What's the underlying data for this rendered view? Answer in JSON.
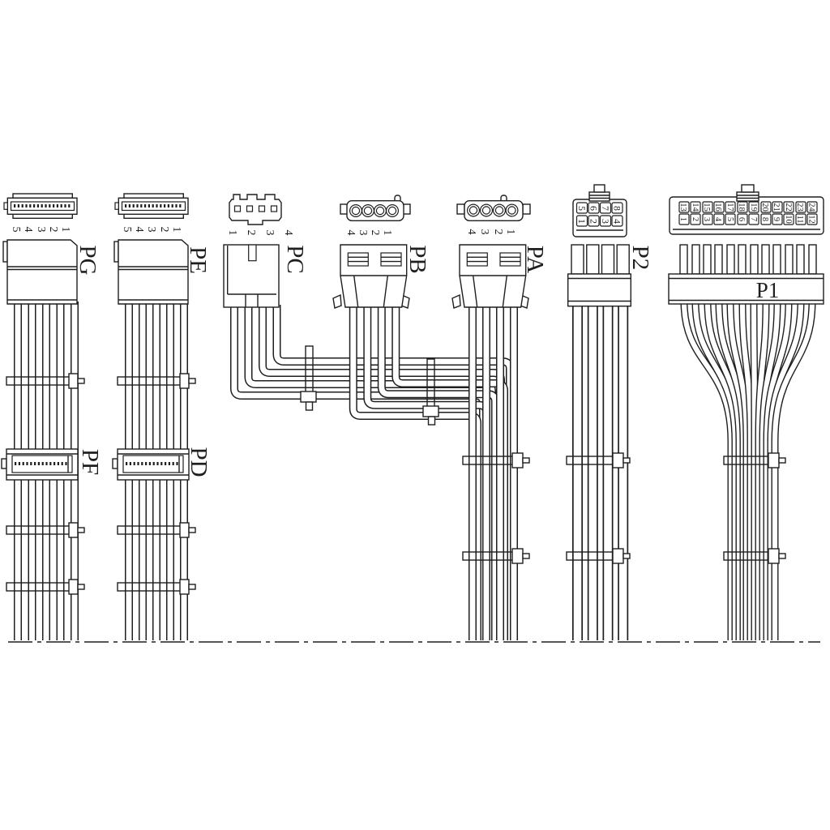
{
  "background": "#ffffff",
  "line_color": "#1f1f1f",
  "diagram_type": "psu-cable-harness-drawing",
  "connectors": {
    "pg": {
      "label": "PG",
      "type": "sata-power-5pin",
      "pins": [
        "5",
        "4",
        "3",
        "2",
        "1"
      ]
    },
    "pe": {
      "label": "PE",
      "type": "sata-power-5pin",
      "pins": [
        "5",
        "4",
        "3",
        "2",
        "1"
      ]
    },
    "pf": {
      "label": "PF",
      "type": "sata-power-inline"
    },
    "pd": {
      "label": "PD",
      "type": "sata-power-inline"
    },
    "pc": {
      "label": "PC",
      "type": "floppy-4pin",
      "pins": [
        "1",
        "2",
        "3",
        "4"
      ]
    },
    "pb": {
      "label": "PB",
      "type": "molex-4pin",
      "pins": [
        "4",
        "3",
        "2",
        "1"
      ]
    },
    "pa": {
      "label": "PA",
      "type": "molex-4pin",
      "pins": [
        "4",
        "3",
        "2",
        "1"
      ]
    },
    "p2": {
      "label": "P2",
      "type": "eps-8pin",
      "pins_top": [
        "5",
        "6",
        "7",
        "8"
      ],
      "pins_bottom": [
        "1",
        "2",
        "3",
        "4"
      ]
    },
    "p1": {
      "label": "P1",
      "type": "atx-24pin",
      "pins_top": [
        "13",
        "14",
        "15",
        "16",
        "17",
        "18",
        "19",
        "20",
        "21",
        "22",
        "23",
        "24"
      ],
      "pins_bottom": [
        "1",
        "2",
        "3",
        "4",
        "5",
        "6",
        "7",
        "8",
        "9",
        "10",
        "11",
        "12"
      ]
    }
  }
}
